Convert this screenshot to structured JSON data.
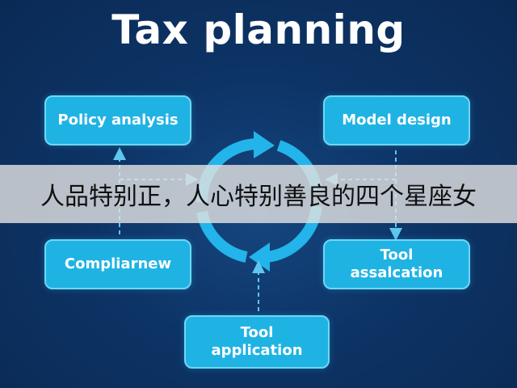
{
  "title": "Tax planning",
  "nodes": {
    "policy_analysis": "Policy analysis",
    "model_design": "Model design",
    "compliance": "Compliarnew",
    "tool_assalcation": "Tool\nassalcation",
    "tool_application": "Tool\napplication"
  },
  "banner_text": "人品特别正，人心特别善良的四个星座女",
  "colors": {
    "background": "#0c2f5e",
    "box_fill": "#1fb3e4",
    "box_border": "#6fd6f5",
    "cycle_arrow": "#22b4ea",
    "dashed_arrow": "#5fc6ee"
  }
}
